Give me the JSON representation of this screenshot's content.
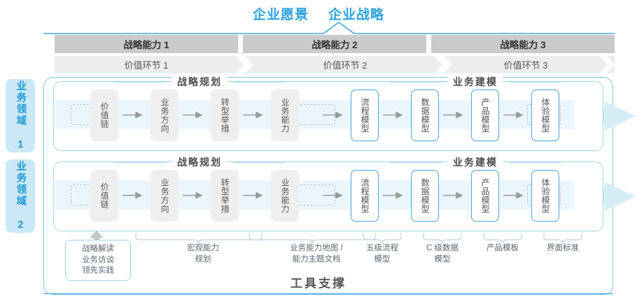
{
  "header": {
    "vision_titles": [
      "企业愿景",
      "企业战略"
    ],
    "accent_color": "#29A3DC"
  },
  "capability_band": {
    "items": [
      "战略能力 1",
      "战略能力 2",
      "战略能力 3"
    ],
    "bg_color": "#C9CACA"
  },
  "value_band": {
    "items": [
      "价值环节 1",
      "价值环节 2",
      "价值环节 3"
    ],
    "bg_color": "#EDEDED"
  },
  "domains": [
    {
      "label": "业务领域 1"
    },
    {
      "label": "业务领域 2"
    }
  ],
  "sections": {
    "strategic_planning": "战略规划",
    "business_modeling": "业务建模"
  },
  "process": {
    "strategic_nodes": [
      "价值链",
      "业务方向",
      "转型举措",
      "业务能力"
    ],
    "modeling_nodes": [
      "流程模型",
      "数据模型",
      "产品模型",
      "体验模型"
    ],
    "node_gray": "#EFEFEF",
    "node_blue_border": "#4BA3DC"
  },
  "tool_support": {
    "title": "工具支撑",
    "items": [
      {
        "lines": [
          "战略解读",
          "业务访谈",
          "领先实践"
        ],
        "boxed": true
      },
      {
        "lines": [
          "宏观能力",
          "规划"
        ],
        "boxed": false
      },
      {
        "lines": [
          "业务能力地图 /",
          "能力主题文档"
        ],
        "boxed": false
      },
      {
        "lines": [
          "五级流程",
          "模型"
        ],
        "boxed": false
      },
      {
        "lines": [
          "C 级数据",
          "模型"
        ],
        "boxed": false
      },
      {
        "lines": [
          "产品模板"
        ],
        "boxed": false
      },
      {
        "lines": [
          "界面标准"
        ],
        "boxed": false
      }
    ]
  }
}
